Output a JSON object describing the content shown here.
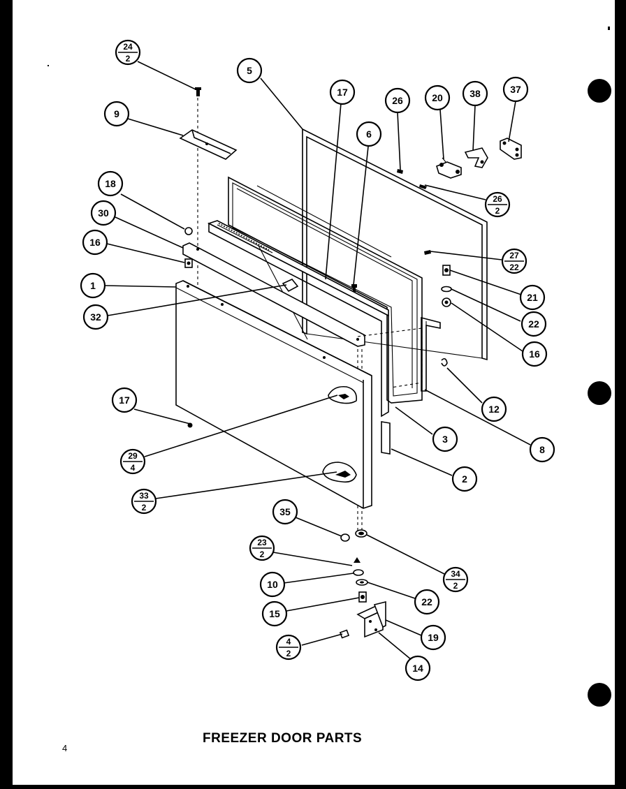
{
  "title": "FREEZER DOOR PARTS",
  "page_number": "4",
  "callouts": [
    {
      "id": "c24",
      "qty": "2",
      "part": "24"
    },
    {
      "id": "c9",
      "part": "9"
    },
    {
      "id": "c5",
      "part": "5"
    },
    {
      "id": "c17a",
      "part": "17"
    },
    {
      "id": "c6",
      "part": "6"
    },
    {
      "id": "c26a",
      "part": "26"
    },
    {
      "id": "c20",
      "part": "20"
    },
    {
      "id": "c38",
      "part": "38"
    },
    {
      "id": "c37",
      "part": "37"
    },
    {
      "id": "c18",
      "part": "18"
    },
    {
      "id": "c30",
      "part": "30"
    },
    {
      "id": "c16a",
      "part": "16"
    },
    {
      "id": "c1",
      "part": "1"
    },
    {
      "id": "c32",
      "part": "32"
    },
    {
      "id": "c26b",
      "qty": "2",
      "part": "26"
    },
    {
      "id": "c27",
      "qty": "22",
      "part": "27"
    },
    {
      "id": "c21",
      "part": "21"
    },
    {
      "id": "c22a",
      "part": "22"
    },
    {
      "id": "c16b",
      "part": "16"
    },
    {
      "id": "c12",
      "part": "12"
    },
    {
      "id": "c17b",
      "part": "17"
    },
    {
      "id": "c8",
      "part": "8"
    },
    {
      "id": "c3",
      "part": "3"
    },
    {
      "id": "c29",
      "qty": "4",
      "part": "29"
    },
    {
      "id": "c2",
      "part": "2"
    },
    {
      "id": "c33",
      "qty": "2",
      "part": "33"
    },
    {
      "id": "c35",
      "part": "35"
    },
    {
      "id": "c34",
      "qty": "2",
      "part": "34"
    },
    {
      "id": "c23",
      "qty": "2",
      "part": "23"
    },
    {
      "id": "c10",
      "part": "10"
    },
    {
      "id": "c22b",
      "part": "22"
    },
    {
      "id": "c15",
      "part": "15"
    },
    {
      "id": "c19",
      "part": "19"
    },
    {
      "id": "c4",
      "qty": "2",
      "part": "4"
    },
    {
      "id": "c14",
      "part": "14"
    }
  ]
}
